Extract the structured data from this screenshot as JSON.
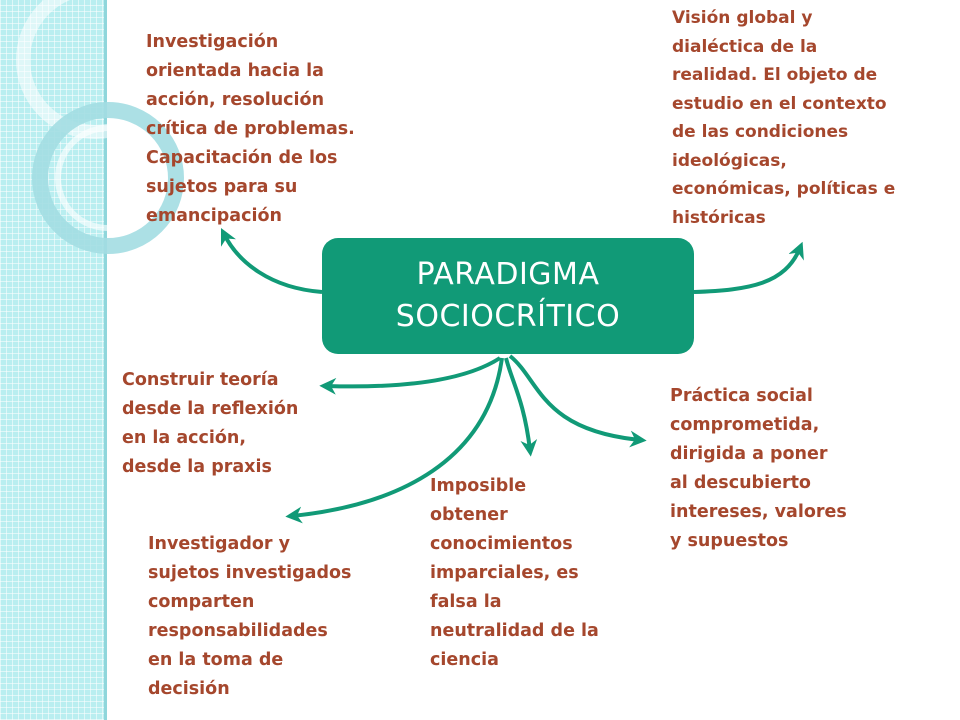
{
  "colors": {
    "center_fill": "#119a77",
    "center_text": "#ffffff",
    "node_text": "#a5472d",
    "arrow": "#119a77",
    "side_strip": "#b9eef0"
  },
  "center": {
    "line1": "PARADIGMA",
    "line2": "SOCIOCRÍTICO"
  },
  "nodes": {
    "top_left": {
      "lines": [
        "Investigación",
        "orientada hacia la",
        "acción,  resolución",
        "crítica de problemas.",
        "Capacitación de los",
        "sujetos para su",
        "emancipación"
      ]
    },
    "top_right": {
      "lines": [
        "Visión global y",
        "dialéctica de la",
        "realidad. El objeto de",
        "estudio en el contexto",
        "de las condiciones",
        "ideológicas,",
        "económicas, políticas e",
        "históricas"
      ]
    },
    "mid_left": {
      "lines": [
        "Construir teoría",
        "desde la reflexión",
        "en la acción,",
        "desde la praxis"
      ]
    },
    "bottom_left": {
      "lines": [
        "Investigador y",
        "sujetos investigados",
        "comparten",
        "responsabilidades",
        "en la toma de",
        "decisión"
      ]
    },
    "bottom_center": {
      "lines": [
        "Imposible",
        "obtener",
        "conocimientos",
        "imparciales, es",
        "falsa la",
        "neutralidad de la",
        "ciencia"
      ]
    },
    "bottom_right": {
      "lines": [
        "Práctica social",
        "comprometida,",
        "dirigida a poner",
        "al descubierto",
        "intereses, valores",
        "y supuestos"
      ]
    }
  }
}
